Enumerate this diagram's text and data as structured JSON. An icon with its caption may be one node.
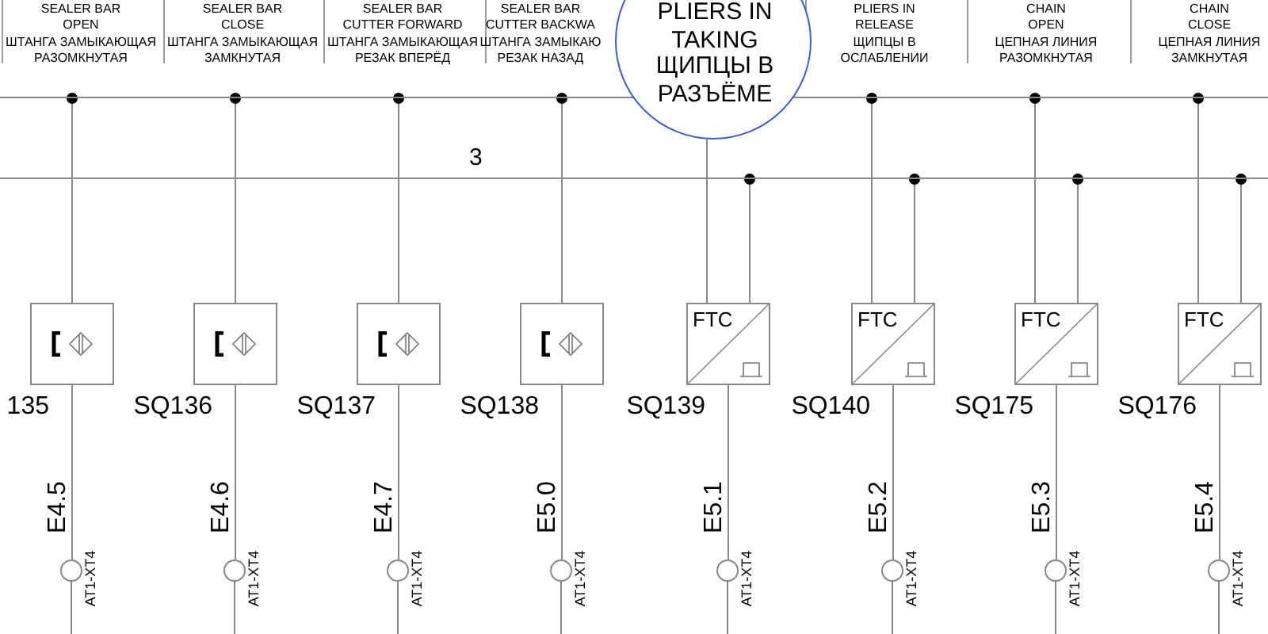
{
  "diagram": {
    "nodes": [
      {
        "text": [
          "PLIERS IN TAKING",
          "ЩИПЦЫ В РАЗЪЁМЕ"
        ]
      },
      {
        "text": [],
        "shape": "bar"
      },
      {
        "text": [],
        "shape": "bar",
        "beside": [
          "3"
        ]
      },
      {
        "text": [],
        "shape": "box",
        "beside": [
          "135"
        ]
      },
      {
        "text": [],
        "shape": "box",
        "beside": [
          "SQ136"
        ]
      },
      {
        "text": [],
        "shape": "box",
        "beside": [
          "SQ137"
        ]
      },
      {
        "text": [],
        "shape": "box",
        "beside": [
          "SQ138"
        ]
      },
      {
        "text": [
          "FTC"
        ],
        "beside": [
          "SQ139"
        ]
      },
      {
        "text": [
          "FTC"
        ],
        "beside": [
          "SQ140"
        ]
      },
      {
        "text": [
          "FTC"
        ],
        "beside": [
          "SQ175"
        ]
      },
      {
        "text": [
          "FTC"
        ],
        "beside": [
          "SQ176"
        ]
      },
      {
        "text": [],
        "shape": "circle",
        "beside": [
          "AT1-XT4"
        ]
      },
      {
        "text": [],
        "shape": "circle",
        "beside": [
          "AT1-XT4"
        ]
      },
      {
        "text": [],
        "shape": "circle",
        "beside": [
          "AT1-XT4"
        ]
      },
      {
        "text": [],
        "shape": "circle",
        "beside": [
          "AT1-XT4"
        ]
      },
      {
        "text": [],
        "shape": "circle",
        "beside": [
          "AT1-XT4"
        ]
      },
      {
        "text": [],
        "shape": "circle",
        "beside": [
          "AT1-XT4"
        ]
      },
      {
        "text": [],
        "shape": "circle",
        "beside": [
          "AT1-XT4"
        ]
      },
      {
        "text": [],
        "shape": "circle",
        "beside": [
          "AT1-XT4"
        ]
      }
    ],
    "edges": [
      {
        "from": 1,
        "to": 3,
        "arrow": "other"
      },
      {
        "from": 1,
        "to": 4,
        "arrow": "other"
      },
      {
        "from": 1,
        "to": 5,
        "arrow": "other"
      },
      {
        "from": 1,
        "to": 6,
        "arrow": "other"
      },
      {
        "from": 0,
        "to": 7,
        "arrow": "none"
      },
      {
        "from": 1,
        "to": 8,
        "arrow": "other"
      },
      {
        "from": 1,
        "to": 9,
        "arrow": "other"
      },
      {
        "from": 1,
        "to": 10,
        "arrow": "other"
      },
      {
        "from": 2,
        "to": 7,
        "arrow": "other"
      },
      {
        "from": 2,
        "to": 8,
        "arrow": "other"
      },
      {
        "from": 2,
        "to": 9,
        "arrow": "other"
      },
      {
        "from": 2,
        "to": 10,
        "arrow": "other"
      },
      {
        "from": 3,
        "to": 11,
        "arrow": "none",
        "label": "E4.5"
      },
      {
        "from": 4,
        "to": 12,
        "arrow": "none",
        "label": "E4.6"
      },
      {
        "from": 5,
        "to": 13,
        "arrow": "none",
        "label": "E4.7"
      },
      {
        "from": 6,
        "to": 14,
        "arrow": "none",
        "label": "E5.0"
      },
      {
        "from": 7,
        "to": 15,
        "arrow": "none",
        "label": "E5.1"
      },
      {
        "from": 8,
        "to": 16,
        "arrow": "none",
        "label": "E5.2"
      },
      {
        "from": 9,
        "to": 17,
        "arrow": "none",
        "label": "E5.3"
      },
      {
        "from": 10,
        "to": 18,
        "arrow": "none",
        "label": "E5.4"
      },
      {
        "from": 11,
        "to": null,
        "arrow": "none"
      },
      {
        "from": 12,
        "to": null,
        "arrow": "none"
      },
      {
        "from": 13,
        "to": null,
        "arrow": "none"
      },
      {
        "from": 14,
        "to": null,
        "arrow": "none"
      },
      {
        "from": 15,
        "to": null,
        "arrow": "none"
      },
      {
        "from": 16,
        "to": null,
        "arrow": "none"
      },
      {
        "from": 17,
        "to": null,
        "arrow": "none"
      },
      {
        "from": 18,
        "to": null,
        "arrow": "none"
      }
    ],
    "labels": [
      "SEALER BAR OPEN",
      "ШТАНГА ЗАМЫКАЮЩАЯ РАЗОМКНУТАЯ",
      "SEALER BAR CLOSE",
      "ШТАНГА ЗАМЫКАЮЩАЯ ЗАМКНУТАЯ",
      "SEALER BAR CUTTER FORWARD",
      "ШТАНГА ЗАМЫКАЮЩАЯ РЕЗАК ВПЕРЁД",
      "SEALER BAR CUTTER BACKWA",
      "ШТАНГА ЗАМЫКАЮ РЕЗАК НАЗАД",
      "PLIERS IN RELEASE",
      "ЩИПЦЫ В ОСЛАБЛЕНИИ",
      "CHAIN OPEN",
      "ЦЕПНАЯ ЛИНИЯ РАЗОМКНУТАЯ",
      "CHAIN CLOSE",
      "ЦЕПНАЯ ЛИНИЯ ЗАМКНУТАЯ"
    ]
  }
}
